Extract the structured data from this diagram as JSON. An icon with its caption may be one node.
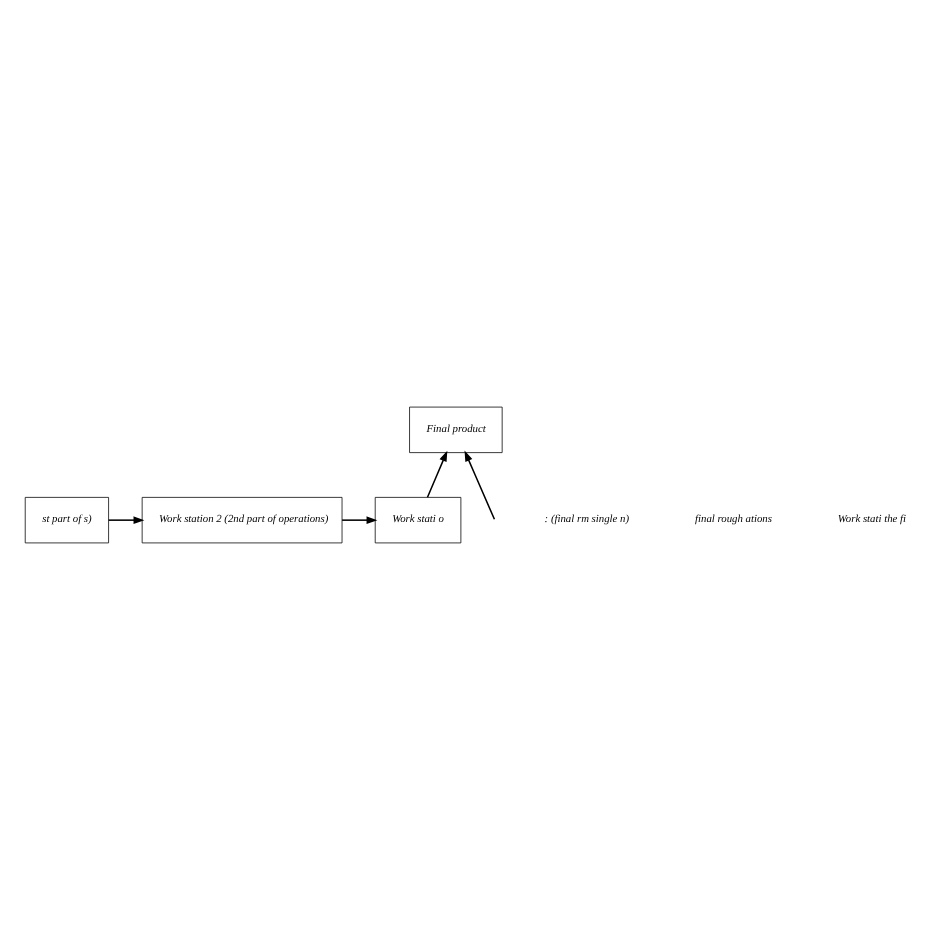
{
  "diagram": {
    "nodes": [
      {
        "text": [
          "Final product"
        ]
      },
      {
        "text": [
          "st part of s)"
        ]
      },
      {
        "text": [
          "Work station 2 (2nd part of operations)"
        ]
      },
      {
        "text": [
          "Work stati o"
        ]
      }
    ],
    "edges": [
      {
        "from": null,
        "to": 0,
        "arrow": "to"
      },
      {
        "from": 3,
        "to": 0,
        "arrow": "to"
      },
      {
        "from": 1,
        "to": 2,
        "arrow": "to"
      },
      {
        "from": 2,
        "to": 3,
        "arrow": "to"
      }
    ],
    "labels": [
      ": (final rm single n)",
      "final rough ations",
      "Work stati the fi"
    ]
  }
}
